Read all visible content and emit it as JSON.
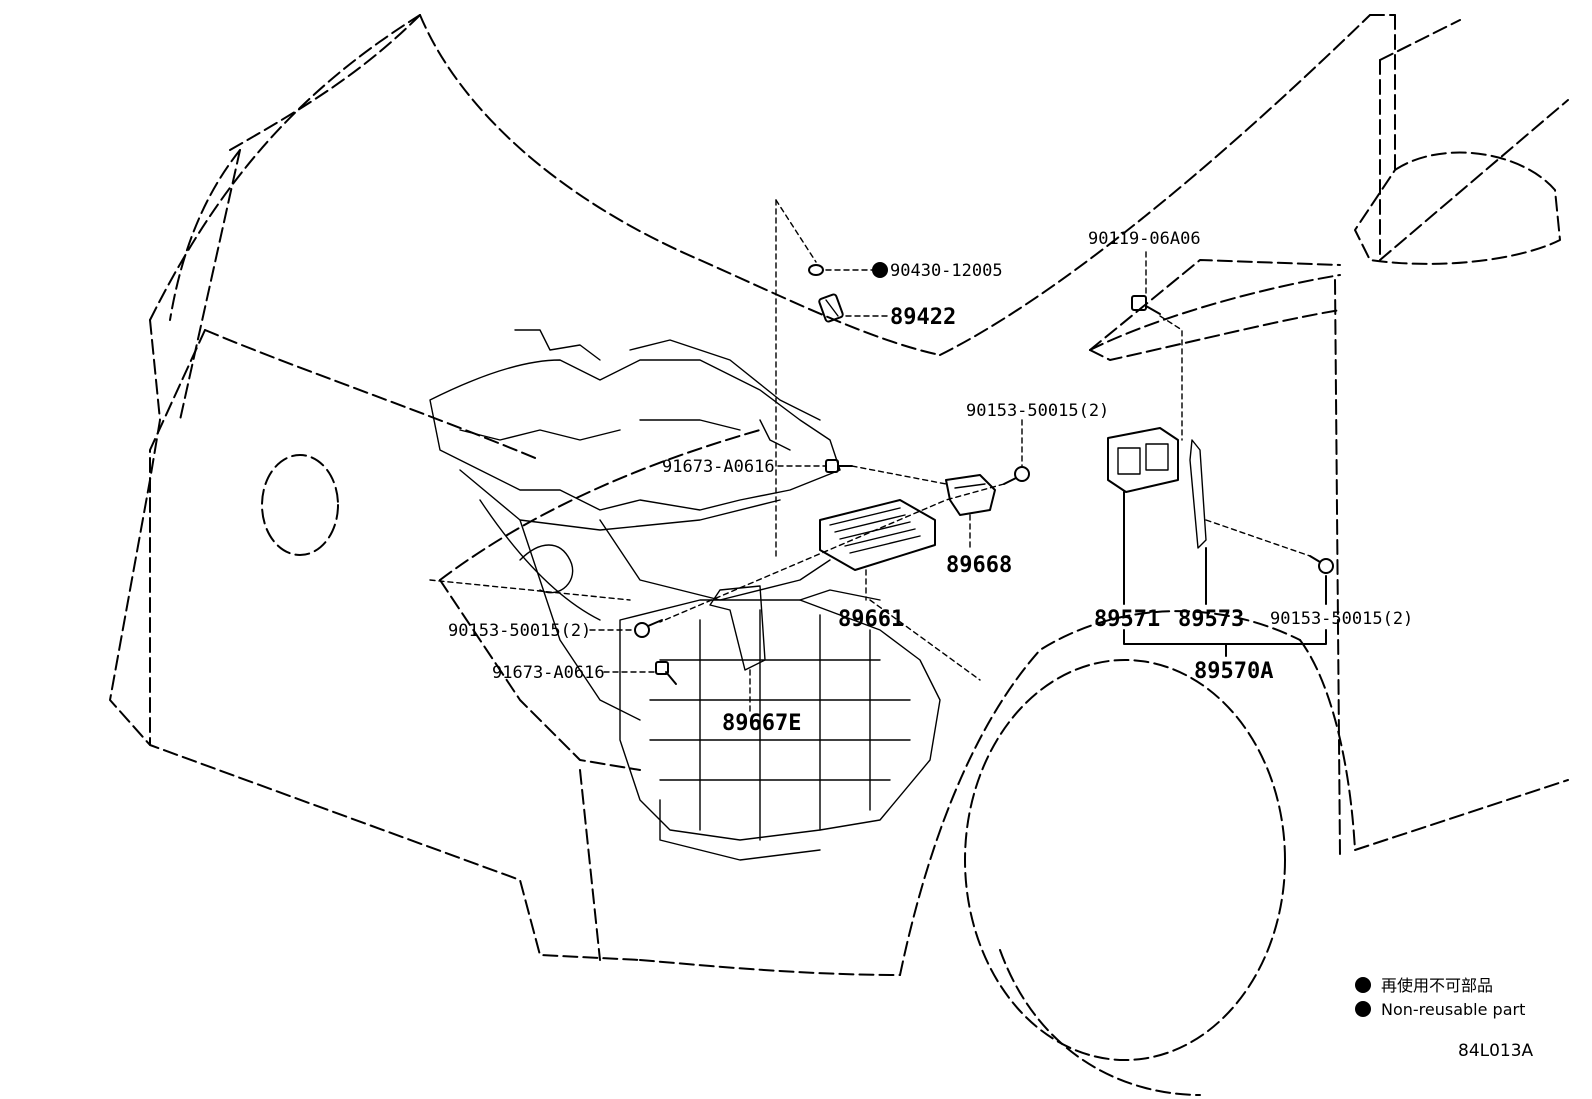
{
  "parts": {
    "p90430": "90430-12005",
    "p89422": "89422",
    "p90119": "90119-06A06",
    "p90153_top": "90153-50015(2)",
    "p91673_a": "91673-A0616",
    "p89668": "89668",
    "p89661": "89661",
    "p90153_left": "90153-50015(2)",
    "p91673_b": "91673-A0616",
    "p89667e": "89667E",
    "p89571": "89571",
    "p89573": "89573",
    "p90153_right": "90153-50015(2)",
    "p89570a": "89570A"
  },
  "legend": {
    "jp": "再使用不可部品",
    "en": "Non-reusable part"
  },
  "diagram_code": "84L013A",
  "icons": {
    "non_reusable_marker": "filled-circle-icon"
  }
}
